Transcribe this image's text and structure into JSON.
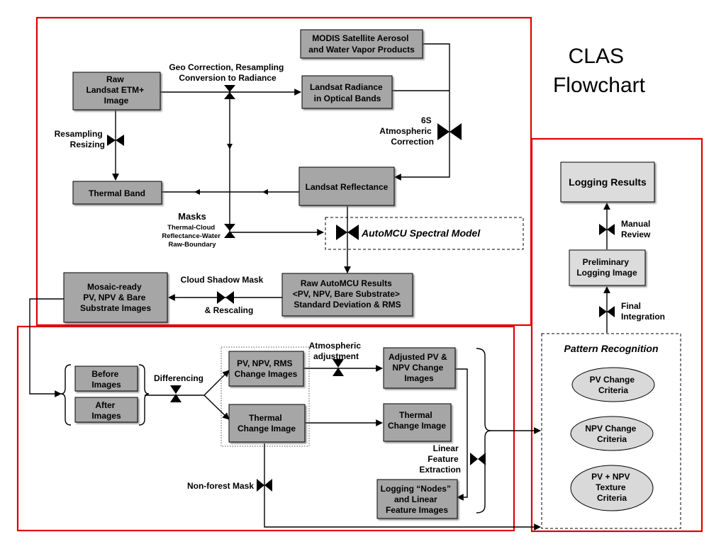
{
  "title": [
    "CLAS",
    "Flowchart"
  ],
  "boxes": {
    "modis": [
      "MODIS Satellite Aerosol",
      "and Water Vapor Products"
    ],
    "raw_landsat": [
      "Raw",
      "Landsat ETM+",
      "Image"
    ],
    "landsat_radiance": [
      "Landsat Radiance",
      "in Optical Bands"
    ],
    "thermal_band": [
      "Thermal Band"
    ],
    "landsat_reflectance": [
      "Landsat Reflectance"
    ],
    "automcu": [
      "AutoMCU Spectral Model"
    ],
    "raw_automcu": [
      "Raw AutoMCU Results",
      "<PV, NPV, Bare Substrate>",
      "Standard Deviation & RMS"
    ],
    "mosaic_ready": [
      "Mosaic-ready",
      "PV, NPV & Bare",
      "Substrate Images"
    ],
    "before": [
      "Before",
      "Images"
    ],
    "after": [
      "After",
      "Images"
    ],
    "pv_npv_rms": [
      "PV, NPV, RMS",
      "Change Images"
    ],
    "thermal_change": [
      "Thermal",
      "Change Image"
    ],
    "adjusted": [
      "Adjusted PV &",
      "NPV Change",
      "Images"
    ],
    "thermal_change_out": [
      "Thermal",
      "Change Image"
    ],
    "logging_nodes": [
      "Logging “Nodes”",
      "and Linear",
      "Feature Images"
    ],
    "logging_results": [
      "Logging Results"
    ],
    "preliminary": [
      "Preliminary",
      "Logging Image"
    ],
    "pattern_recognition": [
      "Pattern Recognition"
    ],
    "pv_criteria": [
      "PV Change",
      "Criteria"
    ],
    "npv_criteria": [
      "NPV Change",
      "Criteria"
    ],
    "pvnpv_criteria": [
      "PV + NPV",
      "Texture",
      "Criteria"
    ]
  },
  "labels": {
    "geo": [
      "Geo Correction, Resampling",
      "Conversion to Radiance"
    ],
    "resampling": [
      "Resampling",
      "Resizing"
    ],
    "sixs": [
      "6S",
      "Atmospheric",
      "Correction"
    ],
    "masks_title": [
      "Masks"
    ],
    "masks": [
      "Thermal-Cloud",
      "Reflectance-Water",
      "Raw-Boundary"
    ],
    "cloud_shadow": [
      "Cloud Shadow Mask"
    ],
    "rescaling": [
      "& Rescaling"
    ],
    "differencing": [
      "Differencing"
    ],
    "atm_adj": [
      "Atmospheric",
      "adjustment"
    ],
    "linear": [
      "Linear",
      "Feature",
      "Extraction"
    ],
    "nonforest": [
      "Non-forest Mask"
    ],
    "manual": [
      "Manual",
      "Review"
    ],
    "final": [
      "Final",
      "Integration"
    ]
  }
}
